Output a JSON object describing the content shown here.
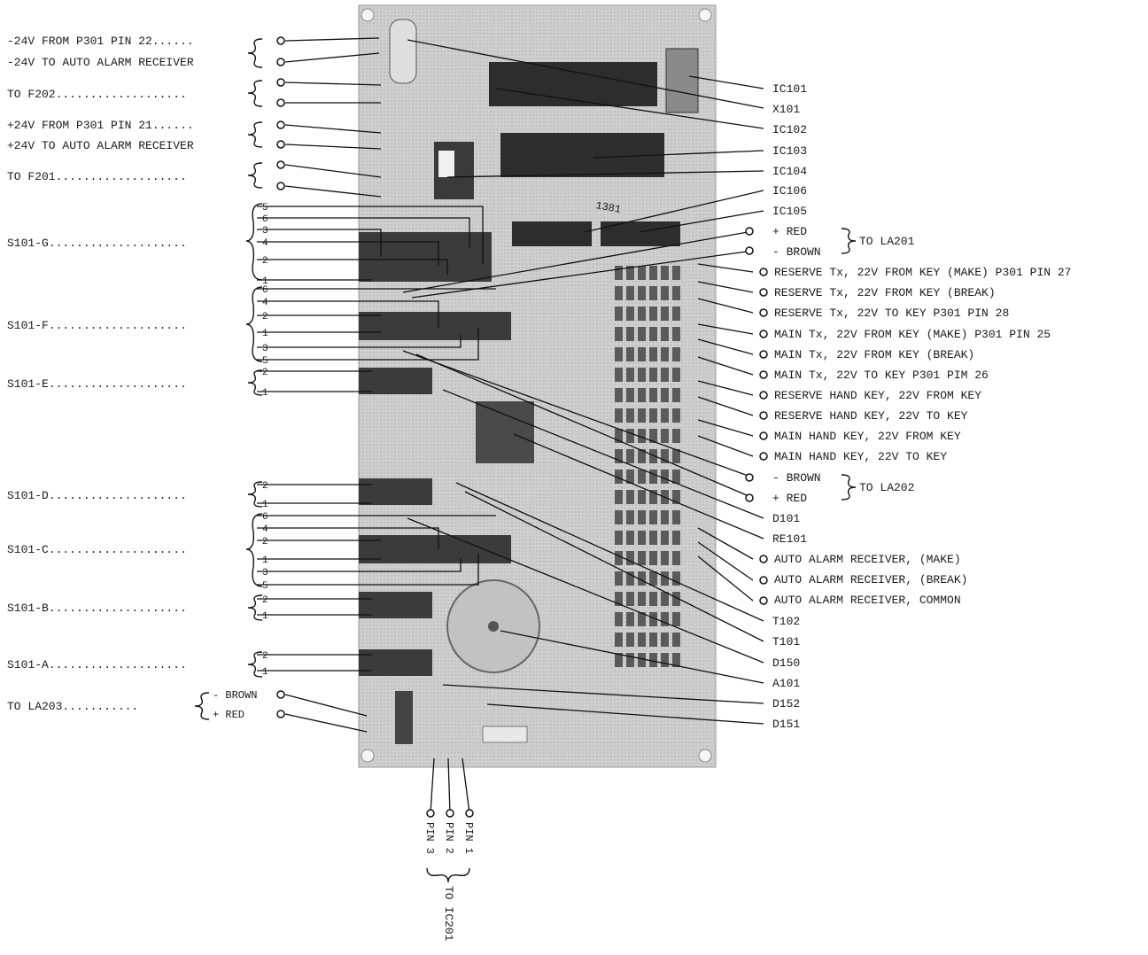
{
  "left_labels": [
    "-24V FROM P301 PIN 22......",
    "-24V TO AUTO ALARM RECEIVER",
    "TO F202...................",
    "+24V FROM P301 PIN 21......",
    "+24V TO AUTO ALARM RECEIVER",
    "TO F201...................",
    "S101-G....................",
    "S101-F....................",
    "S101-E....................",
    "S101-D....................",
    "S101-C....................",
    "S101-B....................",
    "S101-A....................",
    "TO LA203..........."
  ],
  "switch_pins": {
    "G": [
      "5",
      "6",
      "3",
      "4",
      "2",
      "1"
    ],
    "F": [
      "6",
      "4",
      "2",
      "1",
      "3",
      "5"
    ],
    "E": [
      "2",
      "1"
    ],
    "D": [
      "2",
      "1"
    ],
    "C": [
      "6",
      "4",
      "2",
      "1",
      "3",
      "5"
    ],
    "B": [
      "2",
      "1"
    ],
    "A": [
      "2",
      "1"
    ]
  },
  "la203_wires": [
    "- BROWN",
    "+ RED"
  ],
  "right_labels": [
    "IC101",
    "X101",
    "IC102",
    "IC103",
    "IC104",
    "IC106",
    "IC105",
    "+ RED",
    "- BROWN",
    "RESERVE Tx, 22V FROM KEY (MAKE) P301 PIN 27",
    "RESERVE Tx, 22V FROM KEY (BREAK)",
    "RESERVE Tx, 22V TO KEY P301 PIN 28",
    "MAIN Tx, 22V FROM KEY (MAKE) P301 PIN 25",
    "MAIN Tx, 22V FROM KEY (BREAK)",
    "MAIN Tx, 22V TO KEY P301 PIM 26",
    "RESERVE HAND KEY, 22V FROM KEY",
    "RESERVE HAND KEY, 22V TO KEY",
    "MAIN HAND KEY, 22V FROM KEY",
    "MAIN HAND KEY, 22V TO KEY",
    "- BROWN",
    "+ RED",
    "D101",
    "RE101",
    "AUTO ALARM RECEIVER, (MAKE)",
    "AUTO ALARM RECEIVER, (BREAK)",
    "AUTO ALARM RECEIVER, COMMON",
    "T102",
    "T101",
    "D150",
    "A101",
    "D152",
    "D151"
  ],
  "group_labels": {
    "la201": "TO LA201",
    "la202": "TO LA202"
  },
  "bottom_pins": [
    "PIN 3",
    "PIN 2",
    "PIN 1"
  ],
  "bottom_label": "TO IC201",
  "board_text": "1381"
}
